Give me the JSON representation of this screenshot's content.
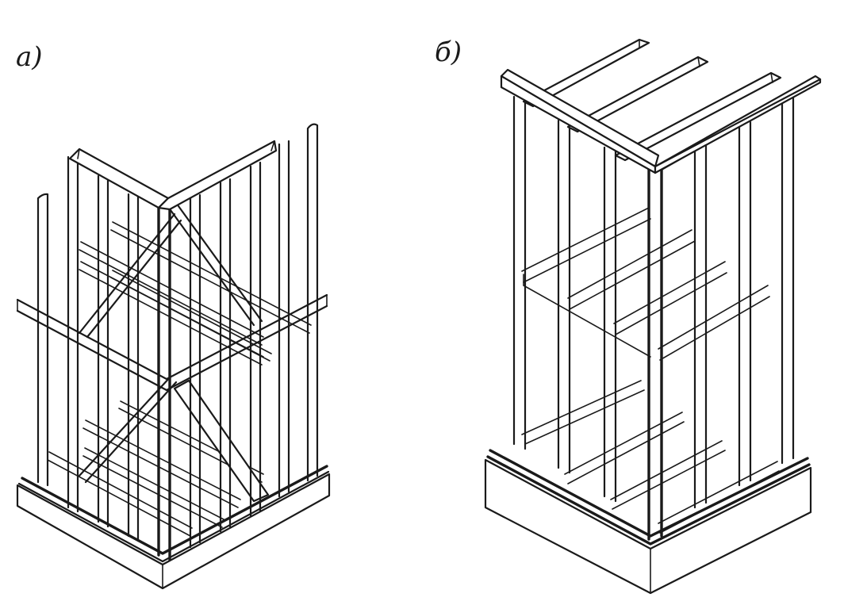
{
  "figure": {
    "panels": [
      {
        "id": "a",
        "label": "a)"
      },
      {
        "id": "b",
        "label": "б)"
      }
    ]
  },
  "colors": {
    "ink": "#1a1a1a",
    "paper": "#ffffff"
  }
}
